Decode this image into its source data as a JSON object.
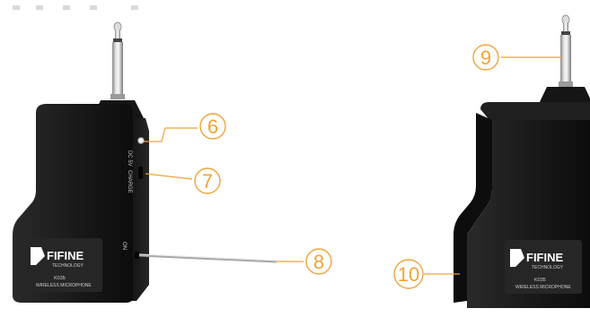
{
  "devices": {
    "front": {
      "brand": "FIFINE",
      "brand_sub": "TECHNOLOGY",
      "model": "K035",
      "desc": "WIRELESS MICROPHONE",
      "side_label_top": "DC 5V",
      "side_label_mid": "CHARGE",
      "side_label_bottom": "ON"
    },
    "back": {
      "brand": "FIFINE",
      "brand_sub": "TECHNOLOGY",
      "model": "K035",
      "desc": "WIRELESS MICROPHONE"
    }
  },
  "callouts": [
    {
      "num": "6"
    },
    {
      "num": "7"
    },
    {
      "num": "8"
    },
    {
      "num": "9"
    },
    {
      "num": "10"
    }
  ],
  "colors": {
    "body": "#1a1a1a",
    "callout": "#f0a43a",
    "metal": "#bdbdbd"
  }
}
